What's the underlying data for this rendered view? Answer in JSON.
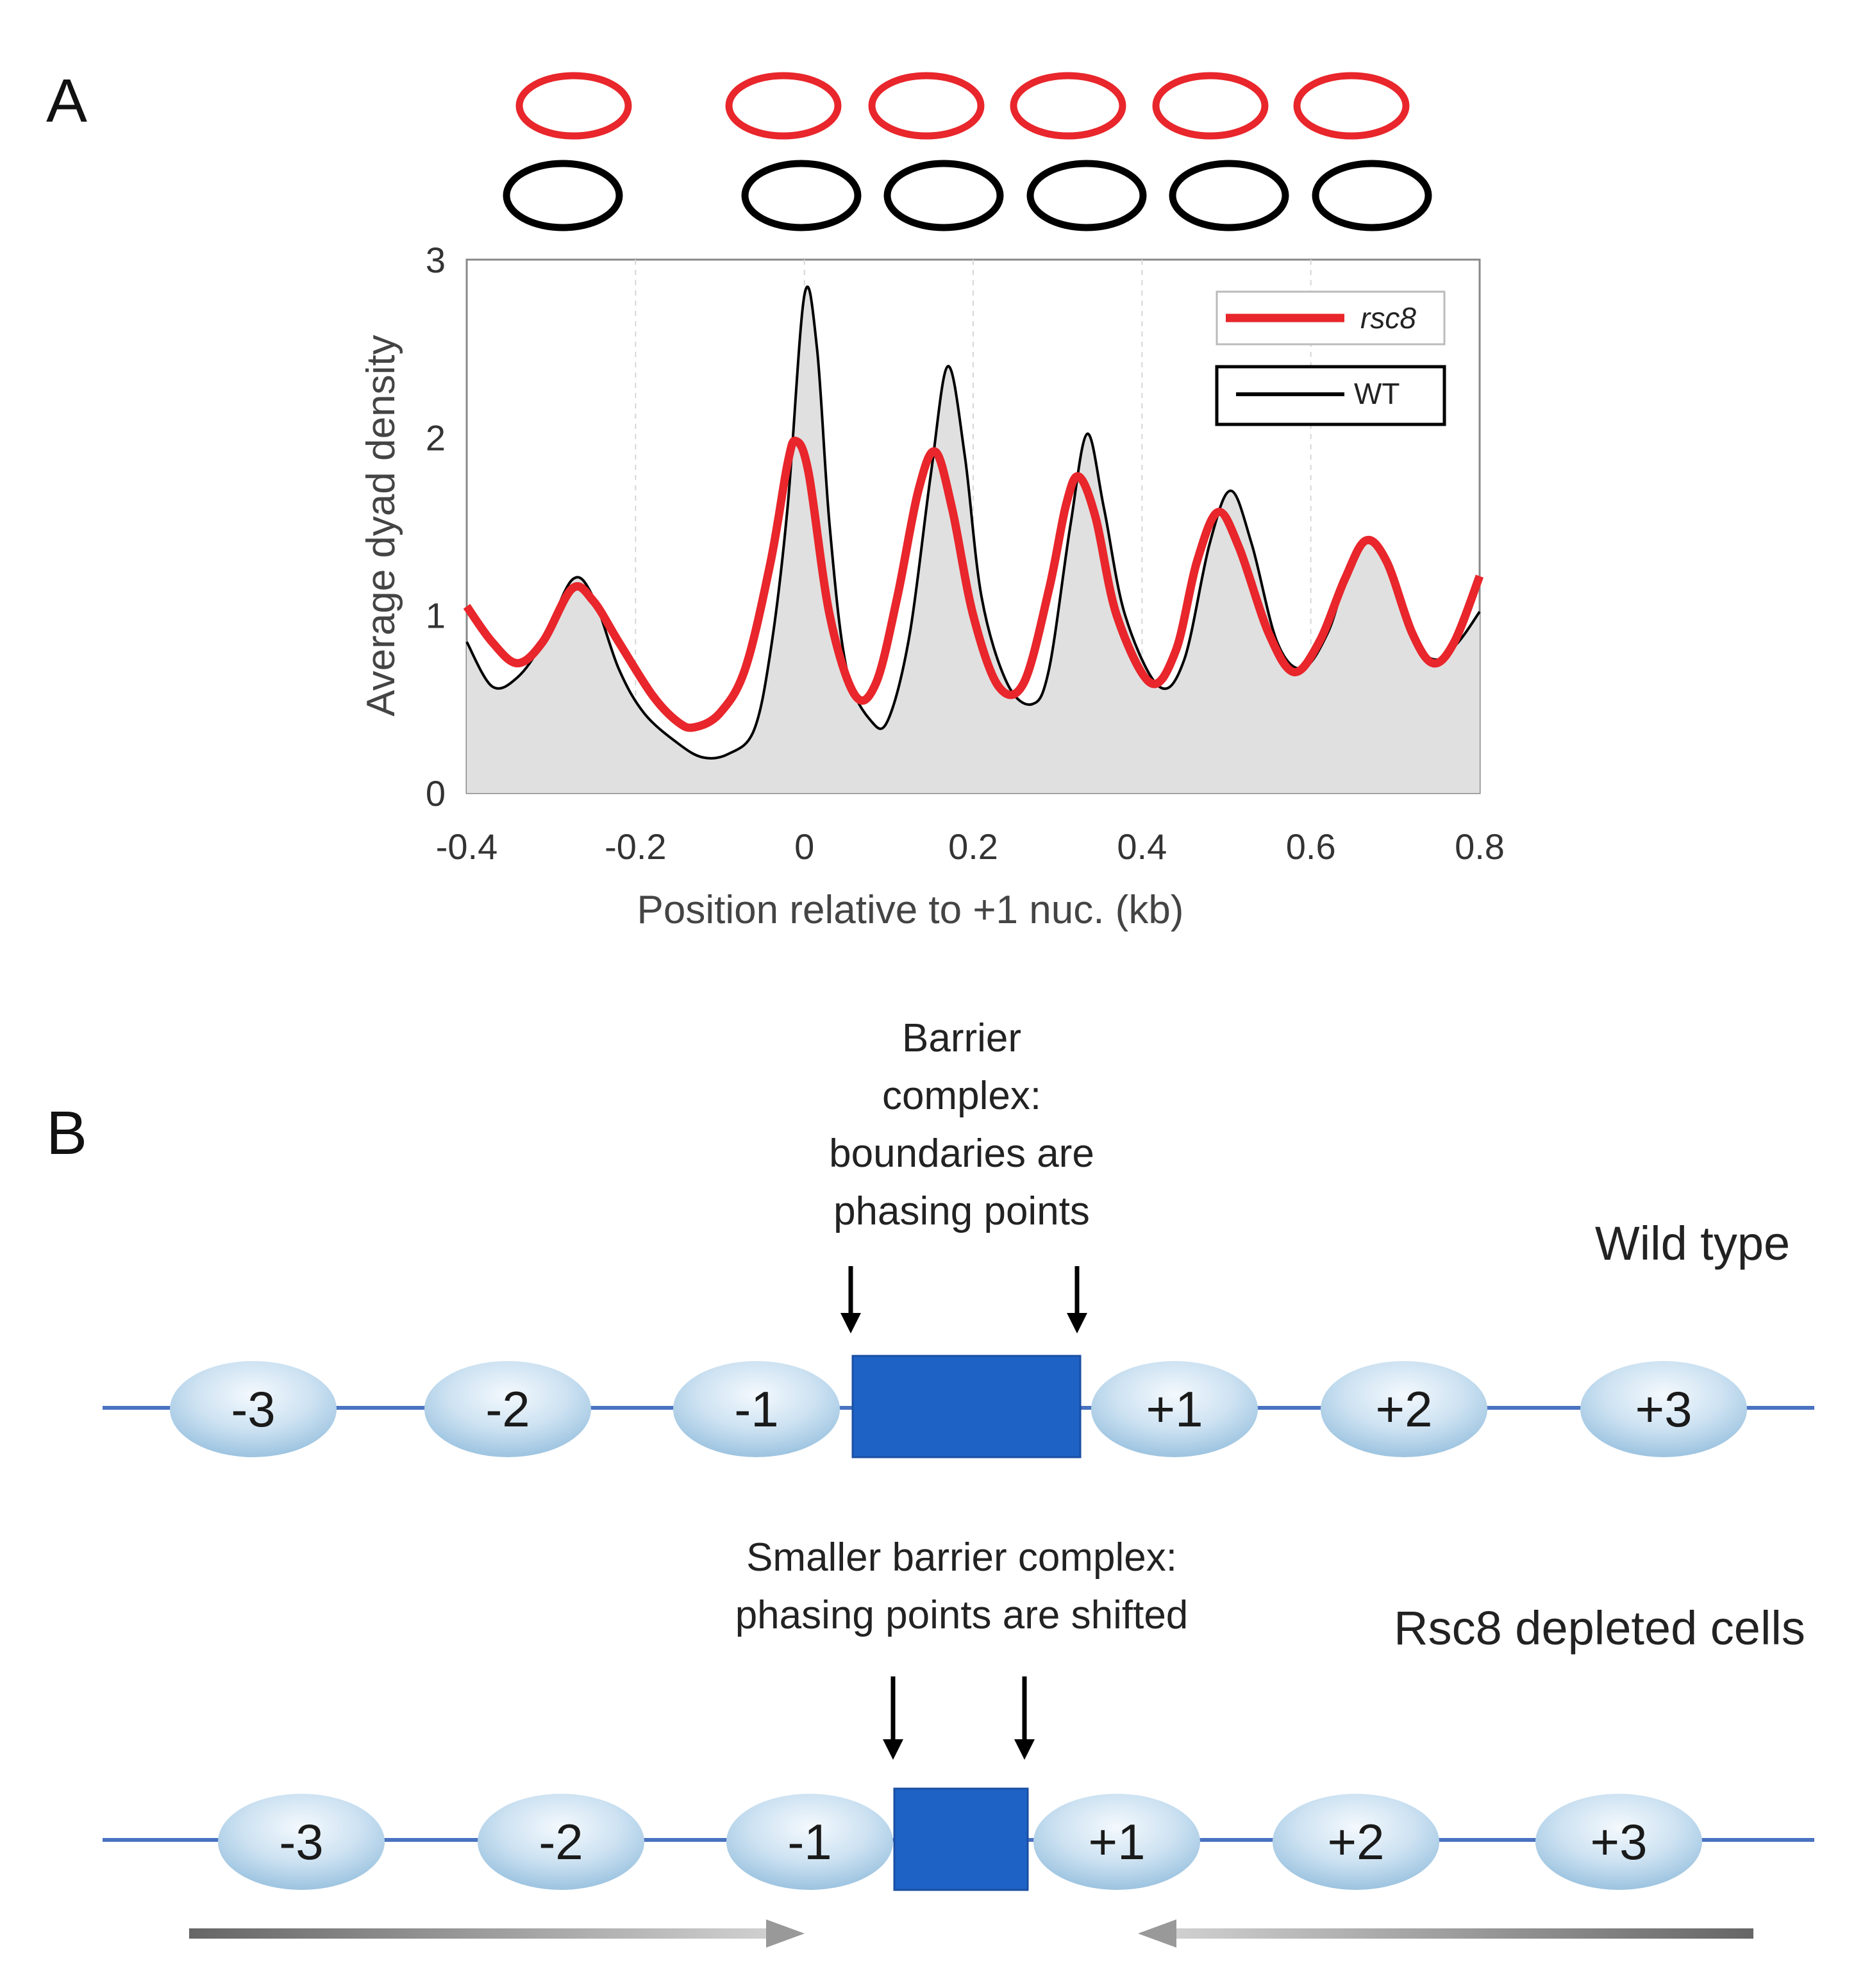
{
  "panel_a": {
    "letter": "A"
  },
  "panel_b": {
    "letter": "B"
  },
  "chart_data": {
    "type": "line",
    "title": "",
    "xlabel": "Position relative to +1 nuc. (kb)",
    "ylabel": "Average dyad density",
    "xlim": [
      -0.4,
      0.8
    ],
    "ylim": [
      0,
      3
    ],
    "xticks": [
      -0.4,
      -0.2,
      0,
      0.2,
      0.4,
      0.6,
      0.8
    ],
    "xtick_labels": [
      "-0.4",
      "-0.2",
      "0",
      "0.2",
      "0.4",
      "0.6",
      "0.8"
    ],
    "yticks": [
      0,
      1,
      2,
      3
    ],
    "ytick_labels": [
      "0",
      "1",
      "2",
      "3"
    ],
    "grid": "vertical dashed",
    "legend_position": "top-right",
    "series": [
      {
        "name": "rsc8",
        "color": "#e8262b",
        "points": [
          [
            -0.4,
            1.05
          ],
          [
            -0.37,
            0.85
          ],
          [
            -0.34,
            0.73
          ],
          [
            -0.31,
            0.85
          ],
          [
            -0.275,
            1.15
          ],
          [
            -0.25,
            1.08
          ],
          [
            -0.22,
            0.85
          ],
          [
            -0.18,
            0.55
          ],
          [
            -0.15,
            0.4
          ],
          [
            -0.13,
            0.37
          ],
          [
            -0.1,
            0.45
          ],
          [
            -0.07,
            0.7
          ],
          [
            -0.04,
            1.3
          ],
          [
            -0.02,
            1.85
          ],
          [
            -0.01,
            1.98
          ],
          [
            0.005,
            1.8
          ],
          [
            0.03,
            1.0
          ],
          [
            0.06,
            0.55
          ],
          [
            0.085,
            0.62
          ],
          [
            0.11,
            1.1
          ],
          [
            0.135,
            1.7
          ],
          [
            0.155,
            1.92
          ],
          [
            0.175,
            1.6
          ],
          [
            0.2,
            1.0
          ],
          [
            0.23,
            0.6
          ],
          [
            0.26,
            0.62
          ],
          [
            0.29,
            1.15
          ],
          [
            0.31,
            1.62
          ],
          [
            0.325,
            1.78
          ],
          [
            0.345,
            1.55
          ],
          [
            0.37,
            1.0
          ],
          [
            0.41,
            0.62
          ],
          [
            0.44,
            0.8
          ],
          [
            0.465,
            1.3
          ],
          [
            0.49,
            1.58
          ],
          [
            0.515,
            1.38
          ],
          [
            0.55,
            0.9
          ],
          [
            0.58,
            0.68
          ],
          [
            0.61,
            0.85
          ],
          [
            0.64,
            1.2
          ],
          [
            0.665,
            1.42
          ],
          [
            0.69,
            1.3
          ],
          [
            0.72,
            0.9
          ],
          [
            0.745,
            0.73
          ],
          [
            0.77,
            0.85
          ],
          [
            0.8,
            1.22
          ]
        ]
      },
      {
        "name": "WT",
        "color": "#000000",
        "points": [
          [
            -0.4,
            0.85
          ],
          [
            -0.37,
            0.6
          ],
          [
            -0.34,
            0.65
          ],
          [
            -0.31,
            0.85
          ],
          [
            -0.275,
            1.2
          ],
          [
            -0.25,
            1.1
          ],
          [
            -0.22,
            0.7
          ],
          [
            -0.19,
            0.45
          ],
          [
            -0.15,
            0.28
          ],
          [
            -0.12,
            0.2
          ],
          [
            -0.09,
            0.22
          ],
          [
            -0.06,
            0.35
          ],
          [
            -0.04,
            0.8
          ],
          [
            -0.02,
            1.6
          ],
          [
            0.0,
            2.8
          ],
          [
            0.015,
            2.5
          ],
          [
            0.03,
            1.5
          ],
          [
            0.05,
            0.7
          ],
          [
            0.08,
            0.4
          ],
          [
            0.1,
            0.42
          ],
          [
            0.125,
            0.9
          ],
          [
            0.15,
            1.8
          ],
          [
            0.17,
            2.4
          ],
          [
            0.19,
            1.9
          ],
          [
            0.21,
            1.1
          ],
          [
            0.24,
            0.62
          ],
          [
            0.27,
            0.5
          ],
          [
            0.29,
            0.7
          ],
          [
            0.315,
            1.5
          ],
          [
            0.335,
            2.02
          ],
          [
            0.355,
            1.6
          ],
          [
            0.38,
            1.0
          ],
          [
            0.42,
            0.6
          ],
          [
            0.45,
            0.75
          ],
          [
            0.48,
            1.4
          ],
          [
            0.505,
            1.7
          ],
          [
            0.53,
            1.4
          ],
          [
            0.56,
            0.85
          ],
          [
            0.59,
            0.7
          ],
          [
            0.62,
            0.9
          ],
          [
            0.645,
            1.25
          ],
          [
            0.67,
            1.42
          ],
          [
            0.695,
            1.25
          ],
          [
            0.725,
            0.85
          ],
          [
            0.75,
            0.75
          ],
          [
            0.775,
            0.85
          ],
          [
            0.8,
            1.02
          ]
        ]
      }
    ]
  },
  "ovals_a": {
    "rsc8_color": "#e8262b",
    "wt_color": "#000000"
  },
  "diagram_b": {
    "wild_type": {
      "annotation": [
        "Barrier",
        "complex:",
        "boundaries are",
        "phasing points"
      ],
      "condition": "Wild type",
      "nucleosomes": [
        "-3",
        "-2",
        "-1",
        "+1",
        "+2",
        "+3"
      ]
    },
    "rsc8_depleted": {
      "annotation": [
        "Smaller barrier complex:",
        "phasing points are shifted"
      ],
      "condition": "Rsc8 depleted cells",
      "nucleosomes": [
        "-3",
        "-2",
        "-1",
        "+1",
        "+2",
        "+3"
      ]
    },
    "barrier_color": "#1f62c6",
    "line_color": "#4a73c0"
  }
}
